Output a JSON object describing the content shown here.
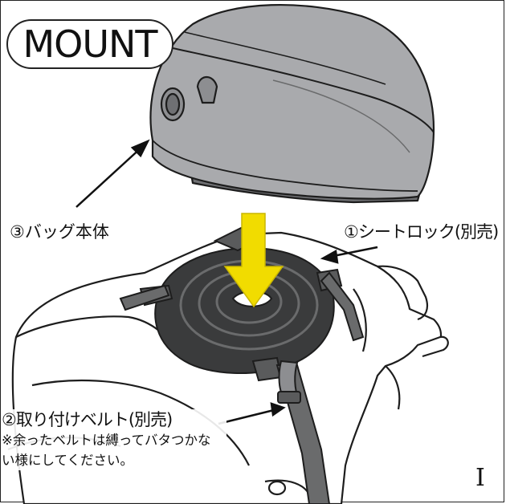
{
  "title": "MOUNT",
  "labels": {
    "bag_body": "③バッグ本体",
    "seat_lock": "①シートロック(別売)",
    "belt": "②取り付けベルト(別売)",
    "note": "※余ったベルトは縛ってバタつかない様にしてください。"
  },
  "page_mark": "I",
  "colors": {
    "bag": "#a9aaad",
    "bag_dark": "#8d8e91",
    "base": "#3a3b3c",
    "outline": "#1d1d1d",
    "arrow": "#f1dc00",
    "bike": "#ffffff"
  }
}
